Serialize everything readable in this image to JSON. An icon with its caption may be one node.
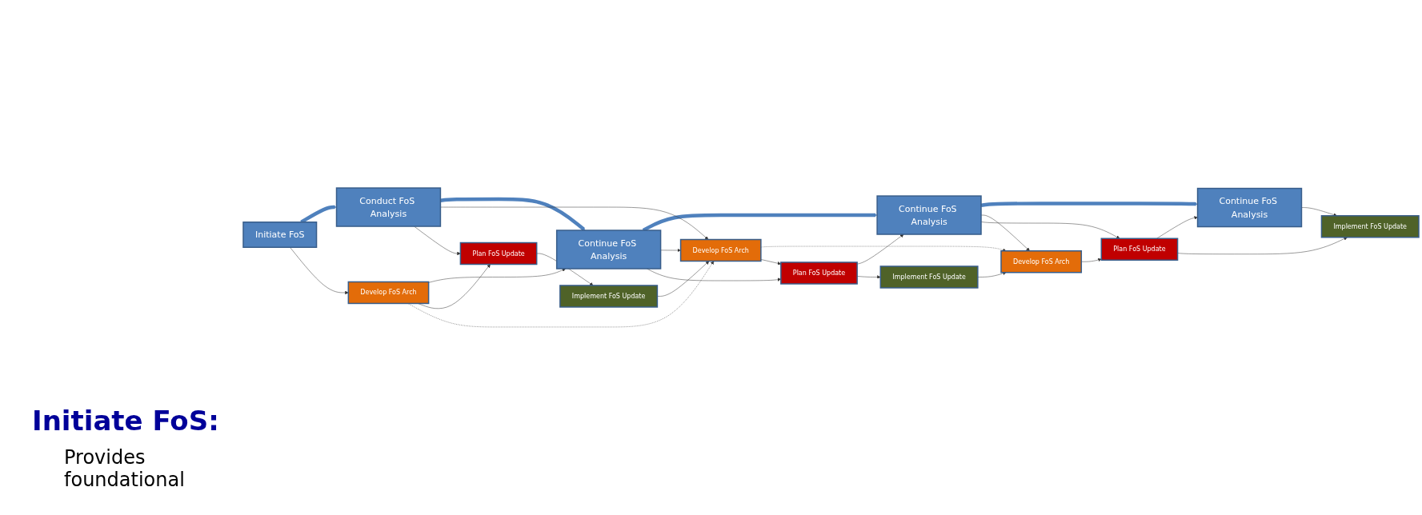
{
  "diagram": {
    "nodes": [
      {
        "text": [
          "Initiate FoS"
        ]
      },
      {
        "text": [
          "Conduct FoS Analysis"
        ]
      },
      {
        "text": [
          "Continue FoS Analysis"
        ]
      },
      {
        "text": [
          "Continue FoS Analysis"
        ]
      },
      {
        "text": [
          "Continue FoS Analysis"
        ]
      },
      {
        "text": [
          "Develop FoS Arch"
        ]
      },
      {
        "text": [
          "Develop FoS Arch"
        ]
      },
      {
        "text": [
          "Develop FoS Arch"
        ]
      },
      {
        "text": [
          "Plan FoS Update"
        ]
      },
      {
        "text": [
          "Plan FoS Update"
        ]
      },
      {
        "text": [
          "Plan FoS Update"
        ]
      },
      {
        "text": [
          "Implement FoS Update"
        ]
      },
      {
        "text": [
          "Implement FoS Update"
        ]
      },
      {
        "text": [
          "Implement FoS Update"
        ]
      }
    ],
    "edges": [
      {
        "from": 0,
        "to": 1,
        "arrow": "to",
        "style": "thick",
        "color": "#4f81bd"
      },
      {
        "from": 1,
        "to": 2,
        "arrow": "to",
        "style": "thick",
        "color": "#4f81bd"
      },
      {
        "from": 2,
        "to": 3,
        "arrow": "to",
        "style": "thick",
        "color": "#4f81bd"
      },
      {
        "from": 3,
        "to": 4,
        "arrow": "to",
        "style": "thick",
        "color": "#4f81bd"
      },
      {
        "from": 0,
        "to": 5,
        "arrow": "to"
      },
      {
        "from": 5,
        "to": 2,
        "arrow": "to"
      },
      {
        "from": 1,
        "to": 6,
        "arrow": "to"
      },
      {
        "from": 1,
        "to": 8,
        "arrow": "to"
      },
      {
        "from": 5,
        "to": 8,
        "arrow": "to"
      },
      {
        "from": 5,
        "to": 6,
        "arrow": "to",
        "style": "dashed"
      },
      {
        "from": 6,
        "to": 7,
        "arrow": "to",
        "style": "dashed"
      },
      {
        "from": 2,
        "to": 6,
        "arrow": "to"
      },
      {
        "from": 2,
        "to": 9,
        "arrow": "to"
      },
      {
        "from": 8,
        "to": 11,
        "arrow": "to"
      },
      {
        "from": 11,
        "to": 6,
        "arrow": "to"
      },
      {
        "from": 6,
        "to": 9,
        "arrow": "to"
      },
      {
        "from": 9,
        "to": 3,
        "arrow": "to"
      },
      {
        "from": 3,
        "to": 7,
        "arrow": "to"
      },
      {
        "from": 9,
        "to": 12,
        "arrow": "to"
      },
      {
        "from": 12,
        "to": 7,
        "arrow": "to"
      },
      {
        "from": 7,
        "to": 10,
        "arrow": "to"
      },
      {
        "from": 3,
        "to": 10,
        "arrow": "to"
      },
      {
        "from": 10,
        "to": 4,
        "arrow": "to"
      },
      {
        "from": 4,
        "to": 13,
        "arrow": "to"
      },
      {
        "from": 10,
        "to": 13,
        "arrow": "to"
      }
    ],
    "labels": [
      "Initiate FoS:",
      "Provides foundational"
    ]
  }
}
